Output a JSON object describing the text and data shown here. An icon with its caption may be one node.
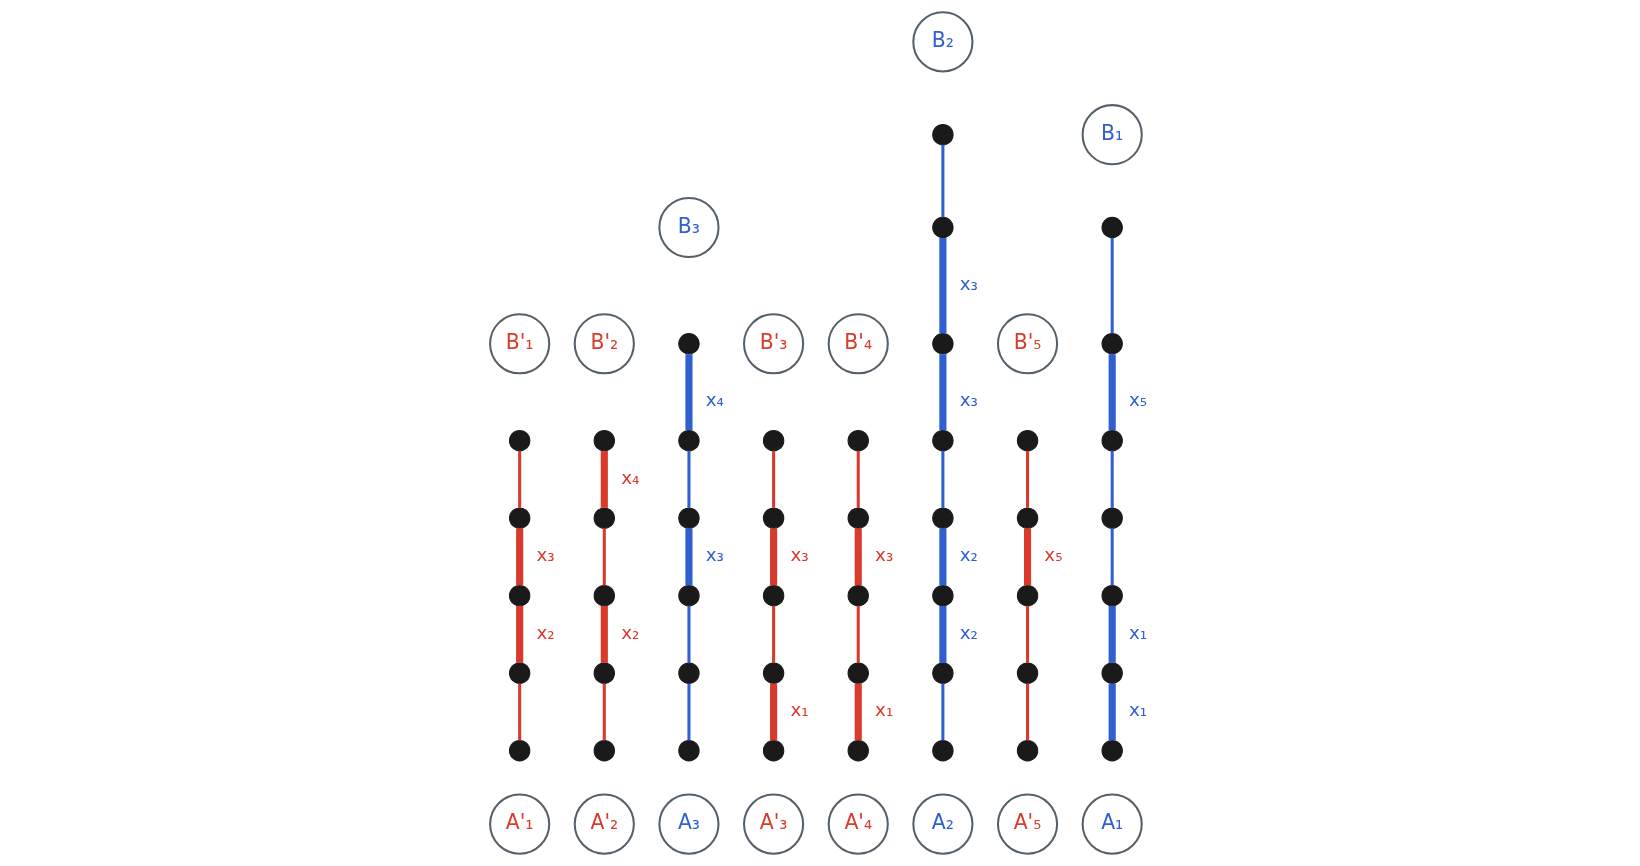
{
  "diagram": {
    "nodes": [
      {
        "text": [
          "B'₁"
        ]
      },
      {
        "text": [
          "B'₂"
        ]
      },
      {
        "text": [
          "B₃"
        ]
      },
      {
        "text": [
          "B'₃"
        ]
      },
      {
        "text": [
          "B'₄"
        ]
      },
      {
        "text": [
          "B₂"
        ]
      },
      {
        "text": [
          "B'₅"
        ]
      },
      {
        "text": [
          "B₁"
        ]
      },
      {
        "text": [
          "A₃"
        ]
      },
      {
        "text": [
          "A₂"
        ]
      },
      {
        "text": [
          "A₁"
        ]
      },
      {
        "text": [
          "A'₁"
        ]
      },
      {
        "text": [
          "A'₂"
        ]
      },
      {
        "text": [
          "A'₃"
        ]
      },
      {
        "text": [
          "A'₄"
        ]
      },
      {
        "text": [
          "A'₅"
        ]
      },
      {
        "text": [],
        "shape": "circle"
      },
      {
        "text": [],
        "shape": "circle"
      },
      {
        "text": [],
        "shape": "circle"
      },
      {
        "text": [],
        "shape": "circle"
      },
      {
        "text": [],
        "shape": "circle"
      },
      {
        "text": [],
        "shape": "circle"
      },
      {
        "text": [],
        "shape": "circle"
      },
      {
        "text": [],
        "shape": "circle"
      },
      {
        "text": [],
        "shape": "circle"
      },
      {
        "text": [],
        "shape": "circle"
      },
      {
        "text": [],
        "shape": "circle"
      },
      {
        "text": [],
        "shape": "circle"
      },
      {
        "text": [],
        "shape": "circle"
      },
      {
        "text": [],
        "shape": "circle"
      },
      {
        "text": [],
        "shape": "circle"
      },
      {
        "text": [],
        "shape": "circle"
      },
      {
        "text": [],
        "shape": "circle"
      },
      {
        "text": [],
        "shape": "circle"
      },
      {
        "text": [],
        "shape": "circle"
      },
      {
        "text": [],
        "shape": "circle"
      },
      {
        "text": [],
        "shape": "circle"
      },
      {
        "text": [],
        "shape": "circle"
      },
      {
        "text": [],
        "shape": "circle"
      },
      {
        "text": [],
        "shape": "circle"
      },
      {
        "text": [],
        "shape": "circle"
      },
      {
        "text": [],
        "shape": "circle"
      },
      {
        "text": [],
        "shape": "circle"
      },
      {
        "text": [],
        "shape": "circle"
      },
      {
        "text": [],
        "shape": "circle"
      },
      {
        "text": [],
        "shape": "circle"
      },
      {
        "text": [],
        "shape": "circle"
      },
      {
        "text": [],
        "shape": "circle"
      },
      {
        "text": [],
        "shape": "circle"
      },
      {
        "text": [],
        "shape": "circle"
      },
      {
        "text": [],
        "shape": "circle"
      },
      {
        "text": [],
        "shape": "circle"
      },
      {
        "text": [],
        "shape": "circle"
      },
      {
        "text": [],
        "shape": "circle"
      },
      {
        "text": [],
        "shape": "circle"
      },
      {
        "text": [],
        "shape": "circle"
      },
      {
        "text": [],
        "shape": "circle"
      },
      {
        "text": [],
        "shape": "circle"
      },
      {
        "text": [],
        "shape": "circle"
      },
      {
        "text": [],
        "shape": "circle"
      },
      {
        "text": [],
        "shape": "circle"
      },
      {
        "text": [],
        "shape": "circle"
      }
    ],
    "edges": [
      {
        "from": 16,
        "to": 17,
        "arrow": "none",
        "color": "#2f5fd0"
      },
      {
        "from": 17,
        "to": 18,
        "arrow": "none",
        "color": "#2f5fd0"
      },
      {
        "from": 18,
        "to": 19,
        "arrow": "none",
        "color": "#2f5fd0",
        "style": "thick",
        "label": "x₃"
      },
      {
        "from": 19,
        "to": 20,
        "arrow": "none",
        "color": "#2f5fd0"
      },
      {
        "from": 20,
        "to": 21,
        "arrow": "none",
        "color": "#2f5fd0",
        "style": "thick",
        "label": "x₄"
      },
      {
        "from": 22,
        "to": 23,
        "arrow": "none",
        "color": "#2f5fd0"
      },
      {
        "from": 23,
        "to": 24,
        "arrow": "none",
        "color": "#2f5fd0",
        "style": "thick",
        "label": "x₂"
      },
      {
        "from": 24,
        "to": 25,
        "arrow": "none",
        "color": "#2f5fd0",
        "style": "thick",
        "label": "x₂"
      },
      {
        "from": 25,
        "to": 26,
        "arrow": "none",
        "color": "#2f5fd0"
      },
      {
        "from": 26,
        "to": 27,
        "arrow": "none",
        "color": "#2f5fd0",
        "style": "thick",
        "label": "x₃"
      },
      {
        "from": 27,
        "to": 28,
        "arrow": "none",
        "color": "#2f5fd0",
        "style": "thick",
        "label": "x₃"
      },
      {
        "from": 28,
        "to": 29,
        "arrow": "none",
        "color": "#2f5fd0"
      },
      {
        "from": 30,
        "to": 31,
        "arrow": "none",
        "color": "#2f5fd0",
        "style": "thick",
        "label": "x₁"
      },
      {
        "from": 31,
        "to": 32,
        "arrow": "none",
        "color": "#2f5fd0",
        "style": "thick",
        "label": "x₁"
      },
      {
        "from": 32,
        "to": 33,
        "arrow": "none",
        "color": "#2f5fd0"
      },
      {
        "from": 33,
        "to": 34,
        "arrow": "none",
        "color": "#2f5fd0"
      },
      {
        "from": 34,
        "to": 35,
        "arrow": "none",
        "color": "#2f5fd0",
        "style": "thick",
        "label": "x₅"
      },
      {
        "from": 35,
        "to": 36,
        "arrow": "none",
        "color": "#2f5fd0"
      },
      {
        "from": 37,
        "to": 38,
        "arrow": "none"
      },
      {
        "from": 38,
        "to": 39,
        "arrow": "none",
        "style": "thick",
        "label": "x₂"
      },
      {
        "from": 39,
        "to": 40,
        "arrow": "none",
        "style": "thick",
        "label": "x₃"
      },
      {
        "from": 40,
        "to": 41,
        "arrow": "none"
      },
      {
        "from": 42,
        "to": 43,
        "arrow": "none"
      },
      {
        "from": 43,
        "to": 44,
        "arrow": "none",
        "style": "thick",
        "label": "x₂"
      },
      {
        "from": 44,
        "to": 45,
        "arrow": "none"
      },
      {
        "from": 45,
        "to": 46,
        "arrow": "none",
        "style": "thick",
        "label": "x₄"
      },
      {
        "from": 47,
        "to": 48,
        "arrow": "none",
        "style": "thick",
        "label": "x₁"
      },
      {
        "from": 48,
        "to": 49,
        "arrow": "none"
      },
      {
        "from": 49,
        "to": 50,
        "arrow": "none",
        "style": "thick",
        "label": "x₃"
      },
      {
        "from": 50,
        "to": 51,
        "arrow": "none"
      },
      {
        "from": 52,
        "to": 53,
        "arrow": "none",
        "style": "thick",
        "label": "x₁"
      },
      {
        "from": 53,
        "to": 54,
        "arrow": "none"
      },
      {
        "from": 54,
        "to": 55,
        "arrow": "none",
        "style": "thick",
        "label": "x₃"
      },
      {
        "from": 55,
        "to": 56,
        "arrow": "none"
      },
      {
        "from": 57,
        "to": 58,
        "arrow": "none"
      },
      {
        "from": 58,
        "to": 59,
        "arrow": "none"
      },
      {
        "from": 59,
        "to": 60,
        "arrow": "none",
        "style": "thick",
        "label": "x₅"
      },
      {
        "from": 60,
        "to": 61,
        "arrow": "none"
      }
    ]
  }
}
